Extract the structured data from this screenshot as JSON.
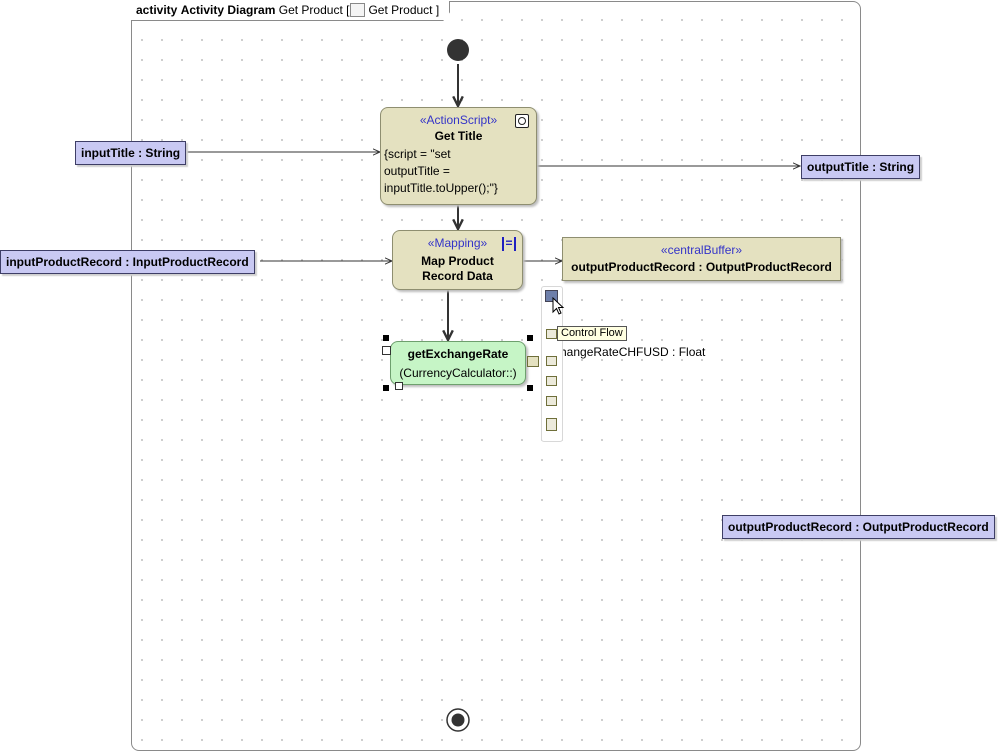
{
  "frame": {
    "keyword": "activity",
    "diagram_type": "Activity Diagram",
    "name": "Get Product",
    "context_name": "Get Product"
  },
  "nodes": {
    "get_title": {
      "stereotype": "«ActionScript»",
      "name": "Get Title",
      "script_lines": [
        "{script = \"set",
        "outputTitle =",
        "inputTitle.toUpper();\"}"
      ],
      "icon": "gear-icon"
    },
    "map_record": {
      "stereotype": "«Mapping»",
      "name_lines": [
        "Map Product",
        "Record Data"
      ],
      "icon": "mapping-icon"
    },
    "central_buffer": {
      "stereotype": "«centralBuffer»",
      "name": "outputProductRecord : OutputProductRecord"
    },
    "get_exchange_rate": {
      "name": "getExchangeRate",
      "owner": "(CurrencyCalculator::)"
    }
  },
  "pins": {
    "input_title": "inputTitle : String",
    "output_title": "outputTitle : String",
    "input_product_record": "inputProductRecord : InputProductRecord",
    "output_product_record": "outputProductRecord : OutputProductRecord",
    "exchange_rate_label": "hangeRateCHFUSD : Float"
  },
  "smart_manipulator": {
    "tooltip": "Control Flow"
  },
  "colors": {
    "action_fill": "#e4e1c0",
    "pin_fill": "#c9c9f3",
    "selected_action_fill": "#c6f5c6",
    "stereotype_text": "#3434c8"
  }
}
